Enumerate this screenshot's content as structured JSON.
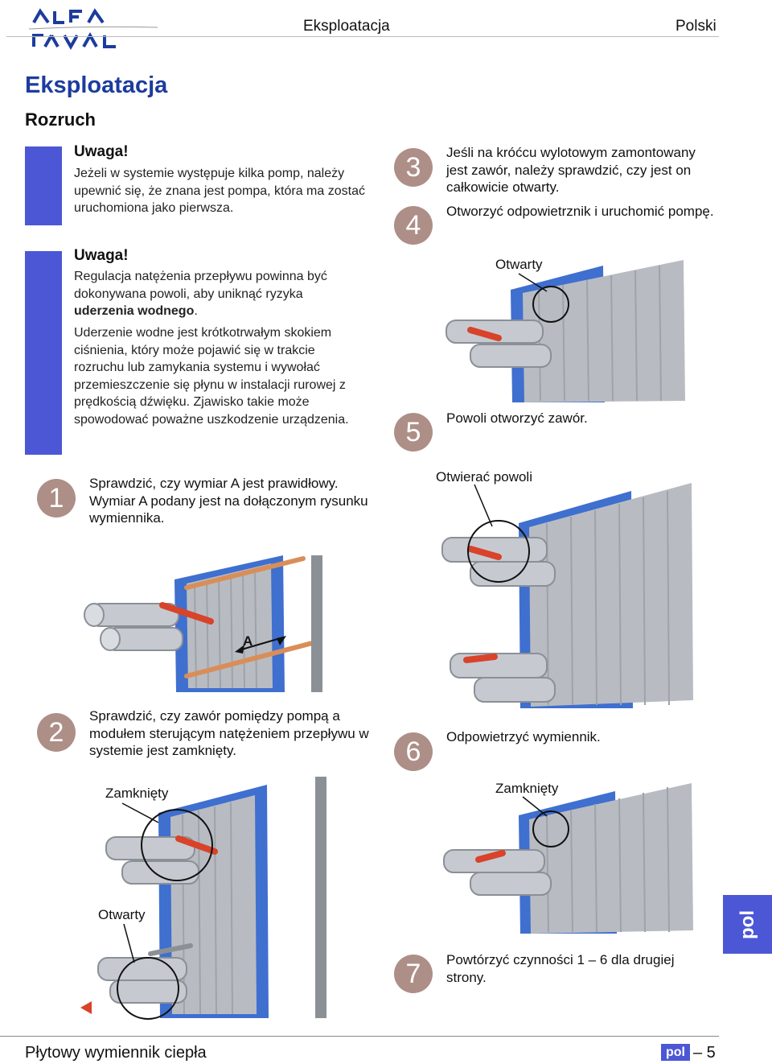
{
  "header": {
    "logo_alt": "Alfa Laval",
    "section": "Eksploatacja",
    "language": "Polski"
  },
  "page_title": "Eksploatacja",
  "subtitle": "Rozruch",
  "warnings": [
    {
      "title": "Uwaga!",
      "text": "Jeżeli w systemie występuje kilka pomp, należy upewnić się, że znana jest pompa, która ma zostać uruchomiona jako pierwsza."
    },
    {
      "title": "Uwaga!",
      "text_plain": "Regulacja natężenia przepływu powinna być dokonywana powoli, aby uniknąć ryzyka ",
      "text_bold": "uderzenia wodnego",
      "text_end": ".",
      "text2": "Uderzenie wodne jest krótkotrwałym skokiem ciśnienia, który może pojawić się w trakcie rozruchu lub zamykania systemu i wywołać przemieszczenie się płynu w instalacji rurowej z prędkością dźwięku. Zjawisko takie może spowodować poważne uszkodzenie urządzenia."
    }
  ],
  "steps": [
    {
      "number": "1",
      "text": "Sprawdzić, czy wymiar A jest prawidłowy. Wymiar A podany jest na dołączonym rysunku wymiennika."
    },
    {
      "number": "2",
      "text": "Sprawdzić, czy zawór pomiędzy pompą a modułem sterującym natężeniem przepływu w systemie jest zamknięty."
    },
    {
      "number": "3",
      "text": "Jeśli na króćcu wylotowym zamontowany jest zawór, należy sprawdzić, czy jest on całkowicie otwarty."
    },
    {
      "number": "4",
      "text": "Otworzyć odpowietrznik i uruchomić pompę."
    },
    {
      "number": "5",
      "text": "Powoli otworzyć zawór."
    },
    {
      "number": "6",
      "text": "Odpowietrzyć wymiennik."
    },
    {
      "number": "7",
      "text": "Powtórzyć czynności 1 – 6 dla drugiej strony."
    }
  ],
  "callouts": {
    "dimension": "A",
    "closed_1": "Zamknięty",
    "open_1": "Otwarty",
    "open_2": "Otwarty",
    "open_slowly": "Otwierać powoli",
    "closed_2": "Zamknięty"
  },
  "side_tab": "pol",
  "footer": {
    "title": "Płytowy wymiennik ciepła",
    "lang_badge": "pol",
    "page": "– 5"
  },
  "colors": {
    "accent_blue": "#4c57d6",
    "heading_blue": "#1c3c9e",
    "step_circle": "#ad8f88",
    "frame_blue": "#3f6fcf",
    "plate_grey": "#b8bcc2",
    "pipe_grey": "#c6cad0",
    "rod_copper": "#d98e59",
    "handle_red": "#d8432a"
  }
}
